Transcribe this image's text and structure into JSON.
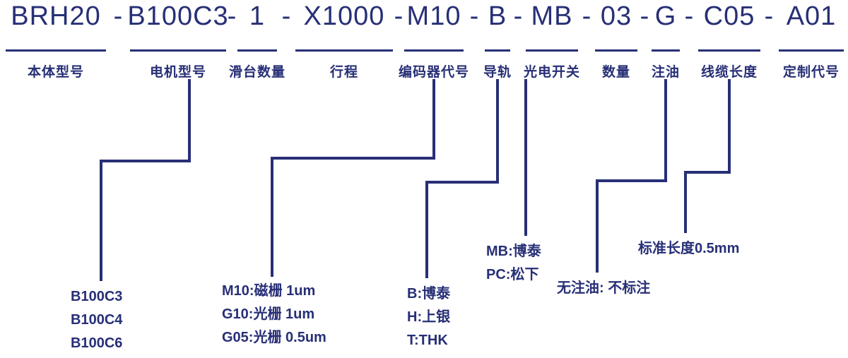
{
  "diagram_title_code": "BRH20-B100C3-1-X1000-M10-B-MB-03-G-C05-A01",
  "separator": "-",
  "segments": [
    {
      "code": "BRH20",
      "label": "本体型号"
    },
    {
      "code": "B100C3",
      "label": "电机型号"
    },
    {
      "code": "1",
      "label": "滑台数量"
    },
    {
      "code": "X1000",
      "label": "行程"
    },
    {
      "code": "M10",
      "label": "编码器代号"
    },
    {
      "code": "B",
      "label": "导轨"
    },
    {
      "code": "MB",
      "label": "光电开关"
    },
    {
      "code": "03",
      "label": "数量"
    },
    {
      "code": "G",
      "label": "注油"
    },
    {
      "code": "C05",
      "label": "线缆长度"
    },
    {
      "code": "A01",
      "label": "定制代号"
    }
  ],
  "legend": {
    "motor_models": [
      "B100C3",
      "B100C4",
      "B100C6"
    ],
    "encoder_codes": [
      "M10:磁栅 1um",
      "G10:光栅 1um",
      "G05:光栅 0.5um"
    ],
    "rail_codes": [
      "B:博泰",
      "H:上银",
      "T:THK"
    ],
    "switch_codes": [
      "MB:博泰",
      "PC:松下"
    ],
    "oil_note": "无注油: 不标注",
    "cable_note": "标准长度0.5mm"
  },
  "colors": {
    "ink": "#272f76"
  }
}
